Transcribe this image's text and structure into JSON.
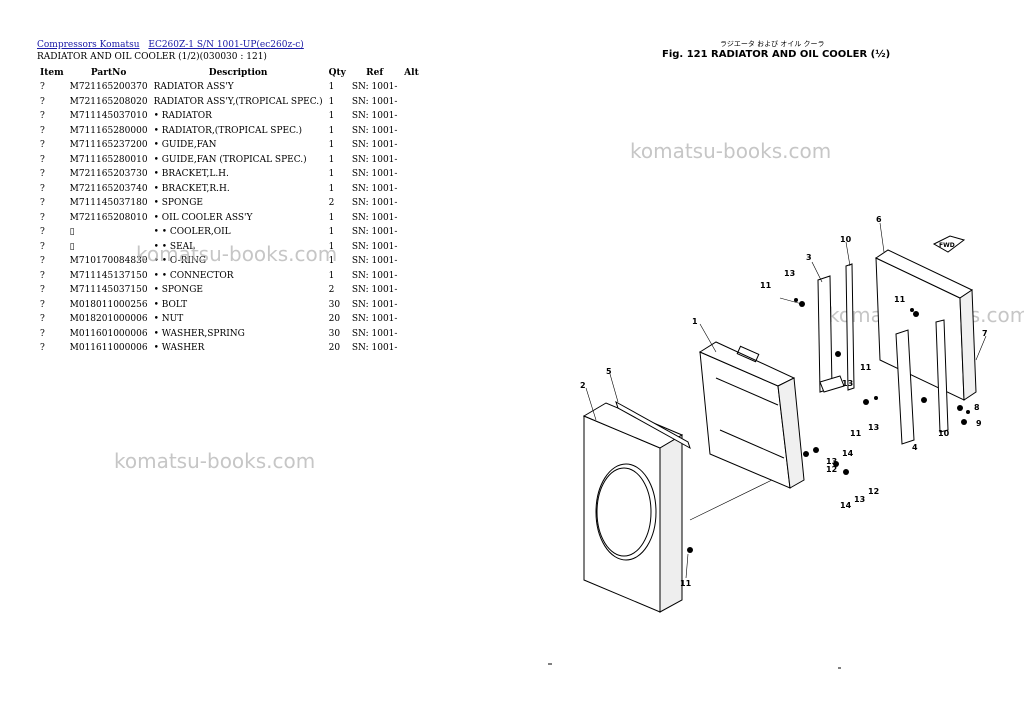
{
  "breadcrumbs": [
    "Compressors Komatsu",
    "EC260Z-1 S/N 1001-UP(ec260z-c)"
  ],
  "subtitle": "RADIATOR AND OIL COOLER (1/2)(030030 : 121)",
  "columns": [
    "Item",
    "PartNo",
    "Description",
    "Qty",
    "Ref",
    "Alt"
  ],
  "rows": [
    {
      "item": "?",
      "part": "M721165200370",
      "desc": "RADIATOR ASS'Y",
      "qty": "1",
      "ref": "SN: 1001-"
    },
    {
      "item": "?",
      "part": "M721165208020",
      "desc": "RADIATOR ASS'Y,(TROPICAL SPEC.)",
      "qty": "1",
      "ref": "SN: 1001-"
    },
    {
      "item": "?",
      "part": "M711145037010",
      "desc": "• RADIATOR",
      "qty": "1",
      "ref": "SN: 1001-"
    },
    {
      "item": "?",
      "part": "M711165280000",
      "desc": "• RADIATOR,(TROPICAL SPEC.)",
      "qty": "1",
      "ref": "SN: 1001-"
    },
    {
      "item": "?",
      "part": "M711165237200",
      "desc": "• GUIDE,FAN",
      "qty": "1",
      "ref": "SN: 1001-"
    },
    {
      "item": "?",
      "part": "M711165280010",
      "desc": "• GUIDE,FAN (TROPICAL SPEC.)",
      "qty": "1",
      "ref": "SN: 1001-"
    },
    {
      "item": "?",
      "part": "M721165203730",
      "desc": "• BRACKET,L.H.",
      "qty": "1",
      "ref": "SN: 1001-"
    },
    {
      "item": "?",
      "part": "M721165203740",
      "desc": "• BRACKET,R.H.",
      "qty": "1",
      "ref": "SN: 1001-"
    },
    {
      "item": "?",
      "part": "M711145037180",
      "desc": "• SPONGE",
      "qty": "2",
      "ref": "SN: 1001-"
    },
    {
      "item": "?",
      "part": "M721165208010",
      "desc": "• OIL COOLER ASS'Y",
      "qty": "1",
      "ref": "SN: 1001-"
    },
    {
      "item": "?",
      "part": "▯",
      "desc": "• • COOLER,OIL",
      "qty": "1",
      "ref": "SN: 1001-"
    },
    {
      "item": "?",
      "part": "▯",
      "desc": "• • SEAL",
      "qty": "1",
      "ref": "SN: 1001-"
    },
    {
      "item": "?",
      "part": "M710170084830",
      "desc": "• • O-RING",
      "qty": "1",
      "ref": "SN: 1001-"
    },
    {
      "item": "?",
      "part": "M711145137150",
      "desc": "• • CONNECTOR",
      "qty": "1",
      "ref": "SN: 1001-"
    },
    {
      "item": "?",
      "part": "M711145037150",
      "desc": "• SPONGE",
      "qty": "2",
      "ref": "SN: 1001-"
    },
    {
      "item": "?",
      "part": "M018011000256",
      "desc": "• BOLT",
      "qty": "30",
      "ref": "SN: 1001-"
    },
    {
      "item": "?",
      "part": "M018201000006",
      "desc": "• NUT",
      "qty": "20",
      "ref": "SN: 1001-"
    },
    {
      "item": "?",
      "part": "M011601000006",
      "desc": "• WASHER,SPRING",
      "qty": "30",
      "ref": "SN: 1001-"
    },
    {
      "item": "?",
      "part": "M011611000006",
      "desc": "• WASHER",
      "qty": "20",
      "ref": "SN: 1001-"
    }
  ],
  "watermark": "komatsu-books.com",
  "figure": {
    "japanese": "ラジエータ および オイル クーラ",
    "title": "Fig. 121  RADIATOR AND OIL COOLER (½)",
    "fwd": "FWD",
    "callouts": [
      "1",
      "2",
      "3",
      "4",
      "5",
      "6",
      "7",
      "8",
      "9",
      "10",
      "10",
      "11",
      "11",
      "11",
      "11",
      "11",
      "12",
      "12",
      "13",
      "13",
      "13",
      "13",
      "13",
      "14",
      "14"
    ]
  }
}
